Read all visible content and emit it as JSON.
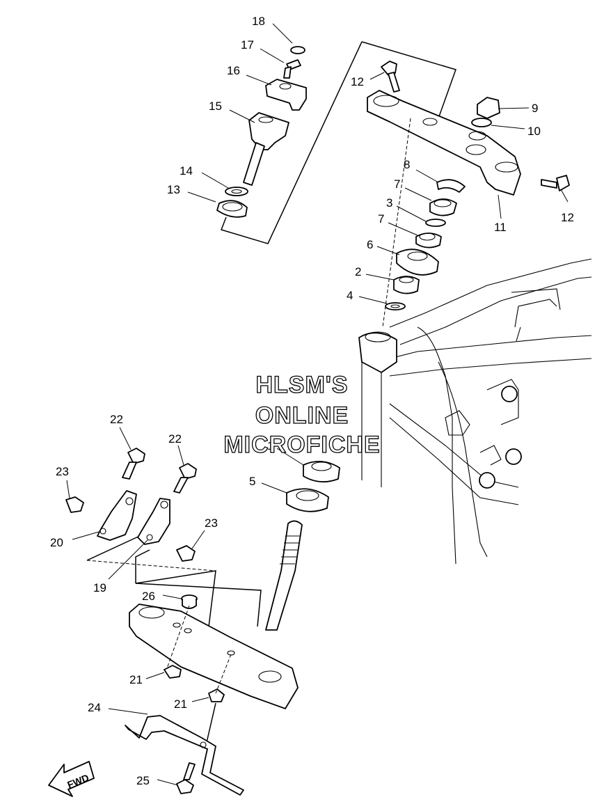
{
  "watermark": {
    "line1": "HLSM'S",
    "line2": "ONLINE",
    "line3": "MICROFICHE"
  },
  "fwd_label": "FWD",
  "callouts": [
    {
      "id": "c18",
      "text": "18"
    },
    {
      "id": "c17",
      "text": "17"
    },
    {
      "id": "c16",
      "text": "16"
    },
    {
      "id": "c15",
      "text": "15"
    },
    {
      "id": "c14",
      "text": "14"
    },
    {
      "id": "c13",
      "text": "13"
    },
    {
      "id": "c12a",
      "text": "12"
    },
    {
      "id": "c9",
      "text": "9"
    },
    {
      "id": "c10",
      "text": "10"
    },
    {
      "id": "c12b",
      "text": "12"
    },
    {
      "id": "c11",
      "text": "11"
    },
    {
      "id": "c8",
      "text": "8"
    },
    {
      "id": "c7a",
      "text": "7"
    },
    {
      "id": "c3",
      "text": "3"
    },
    {
      "id": "c7b",
      "text": "7"
    },
    {
      "id": "c6",
      "text": "6"
    },
    {
      "id": "c2",
      "text": "2"
    },
    {
      "id": "c4",
      "text": "4"
    },
    {
      "id": "c1",
      "text": "1"
    },
    {
      "id": "c5",
      "text": "5"
    },
    {
      "id": "c22a",
      "text": "22"
    },
    {
      "id": "c22b",
      "text": "22"
    },
    {
      "id": "c23a",
      "text": "23"
    },
    {
      "id": "c23b",
      "text": "23"
    },
    {
      "id": "c20",
      "text": "20"
    },
    {
      "id": "c19",
      "text": "19"
    },
    {
      "id": "c26",
      "text": "26"
    },
    {
      "id": "c21a",
      "text": "21"
    },
    {
      "id": "c21b",
      "text": "21"
    },
    {
      "id": "c24",
      "text": "24"
    },
    {
      "id": "c25",
      "text": "25"
    }
  ]
}
